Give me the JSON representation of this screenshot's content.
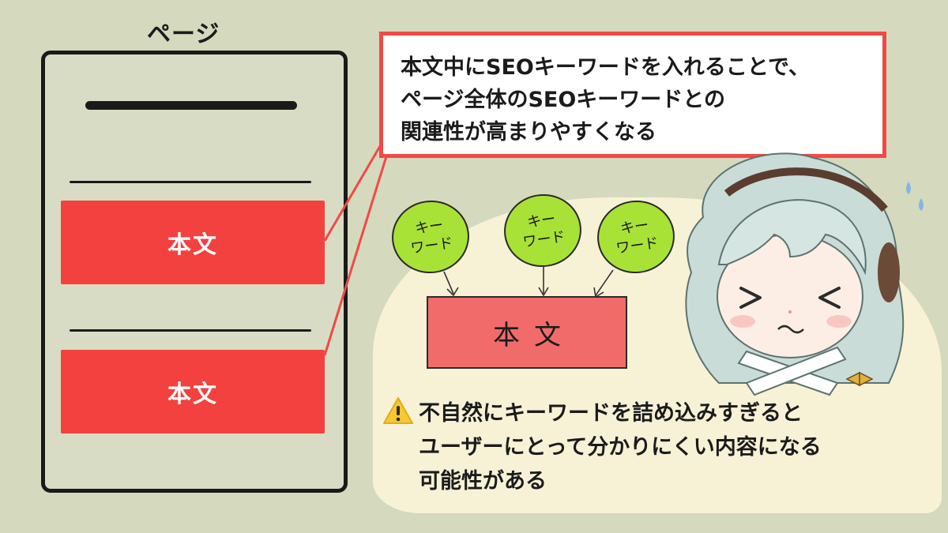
{
  "page_wireframe": {
    "label": "ページ",
    "body_blocks": [
      "本文",
      "本文"
    ]
  },
  "callout": {
    "lines": [
      "本文中にSEOキーワードを入れることで、",
      "ページ全体のSEOキーワードとの",
      "関連性が高まりやすくなる"
    ],
    "border_color": "#f04a47"
  },
  "illustration": {
    "keyword_balloons": [
      {
        "line1": "キー",
        "line2": "ワード"
      },
      {
        "line1": "キー",
        "line2": "ワード"
      },
      {
        "line1": "キー",
        "line2": "ワード"
      }
    ],
    "body_box_label": "本文"
  },
  "warning": {
    "icon": "warning-icon",
    "lines": [
      "不自然にキーワードを詰め込みすぎると",
      "ユーザーにとって分かりにくい内容になる",
      "可能性がある"
    ]
  },
  "character": {
    "description_icon": "girl-crossing-arms-x-icon"
  },
  "colors": {
    "background": "#d5d9be",
    "accent_red": "#f2413f",
    "balloon_green": "#a8e236",
    "cream": "#f7f2d6"
  }
}
